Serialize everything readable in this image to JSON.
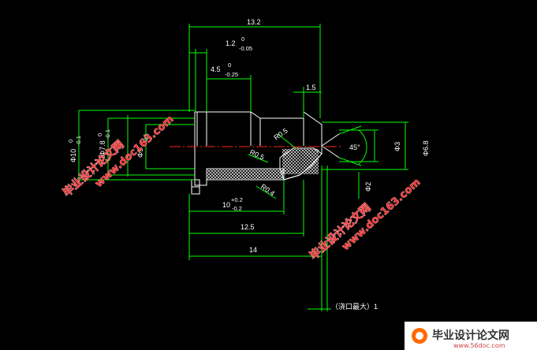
{
  "drawing": {
    "dimensions": {
      "overall_length": "13.2",
      "step_1": "1.2",
      "step_1_tol_upper": "0",
      "step_1_tol_lower": "-0.05",
      "step_2": "4.5",
      "step_2_tol_upper": "0",
      "step_2_tol_lower": "-0.25",
      "flange": "1.5",
      "bore_length": "10",
      "bore_length_tol_upper": "+0.2",
      "bore_length_tol_lower": "-0.2",
      "length_12_5": "12.5",
      "length_14": "14",
      "outer_diameter": "Φ10",
      "outer_diameter_tol_upper": "0",
      "outer_diameter_tol_lower": "-0.1",
      "diameter_7_8": "Φ7.8",
      "diameter_7_8_tol_upper": "0",
      "diameter_7_8_tol_lower": "-0.1",
      "diameter_9": "Φ9",
      "diameter_9_tol_lower": "-0.1",
      "diameter_3": "Φ3",
      "diameter_6_8": "Φ6.8",
      "diameter_2": "Φ2",
      "radius_1": "R0.5",
      "radius_2": "R0.5",
      "radius_3": "R0.4",
      "chamfer_angle": "45°",
      "gate_note": "（浇口最大）1"
    },
    "watermarks": {
      "site_name": "毕业设计论文网",
      "site_url": "www.doc163.com"
    },
    "brand_corner": {
      "title": "毕业设计论文网",
      "url": "www.56doc.com"
    },
    "colors": {
      "background": "#000000",
      "dimension_lines": "#00ff00",
      "part_outline": "#ffffff",
      "center_line": "#ff2222",
      "watermark": "#ff3333"
    }
  }
}
